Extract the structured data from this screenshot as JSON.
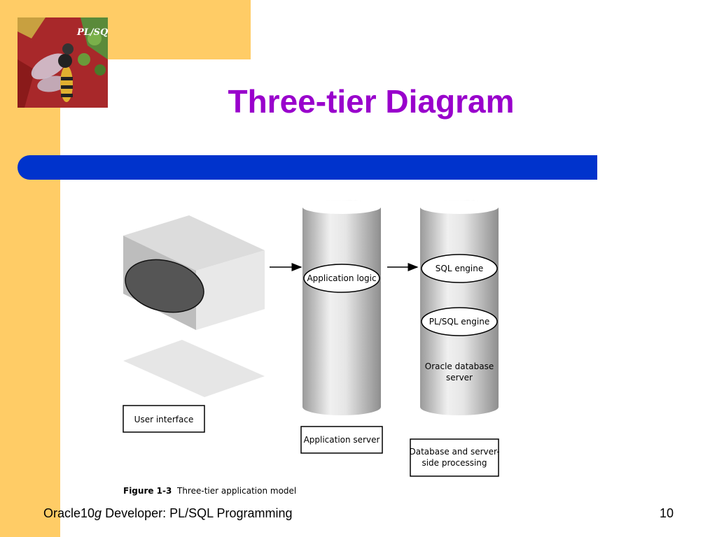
{
  "slide": {
    "title": "Three-tier Diagram",
    "page_number": "10",
    "footer": {
      "prefix": "Oracle10",
      "italic": "g",
      "suffix": " Developer: PL/SQL Programming"
    }
  },
  "logo": {
    "text": "PL/SQL"
  },
  "diagram": {
    "user_interface_label": "User interface",
    "app_logic_label": "Application logic",
    "app_server_label": "Application server",
    "sql_engine_label": "SQL engine",
    "plsql_engine_label": "PL/SQL engine",
    "db_server_line1": "Oracle database",
    "db_server_line2": "server",
    "db_processing_line1": "Database and server-",
    "db_processing_line2": "side processing",
    "figure_number": "Figure 1-3",
    "figure_caption": "Three-tier application model"
  },
  "colors": {
    "title": "#9900cc",
    "bar": "#0033cc",
    "band": "#ffcc66"
  }
}
